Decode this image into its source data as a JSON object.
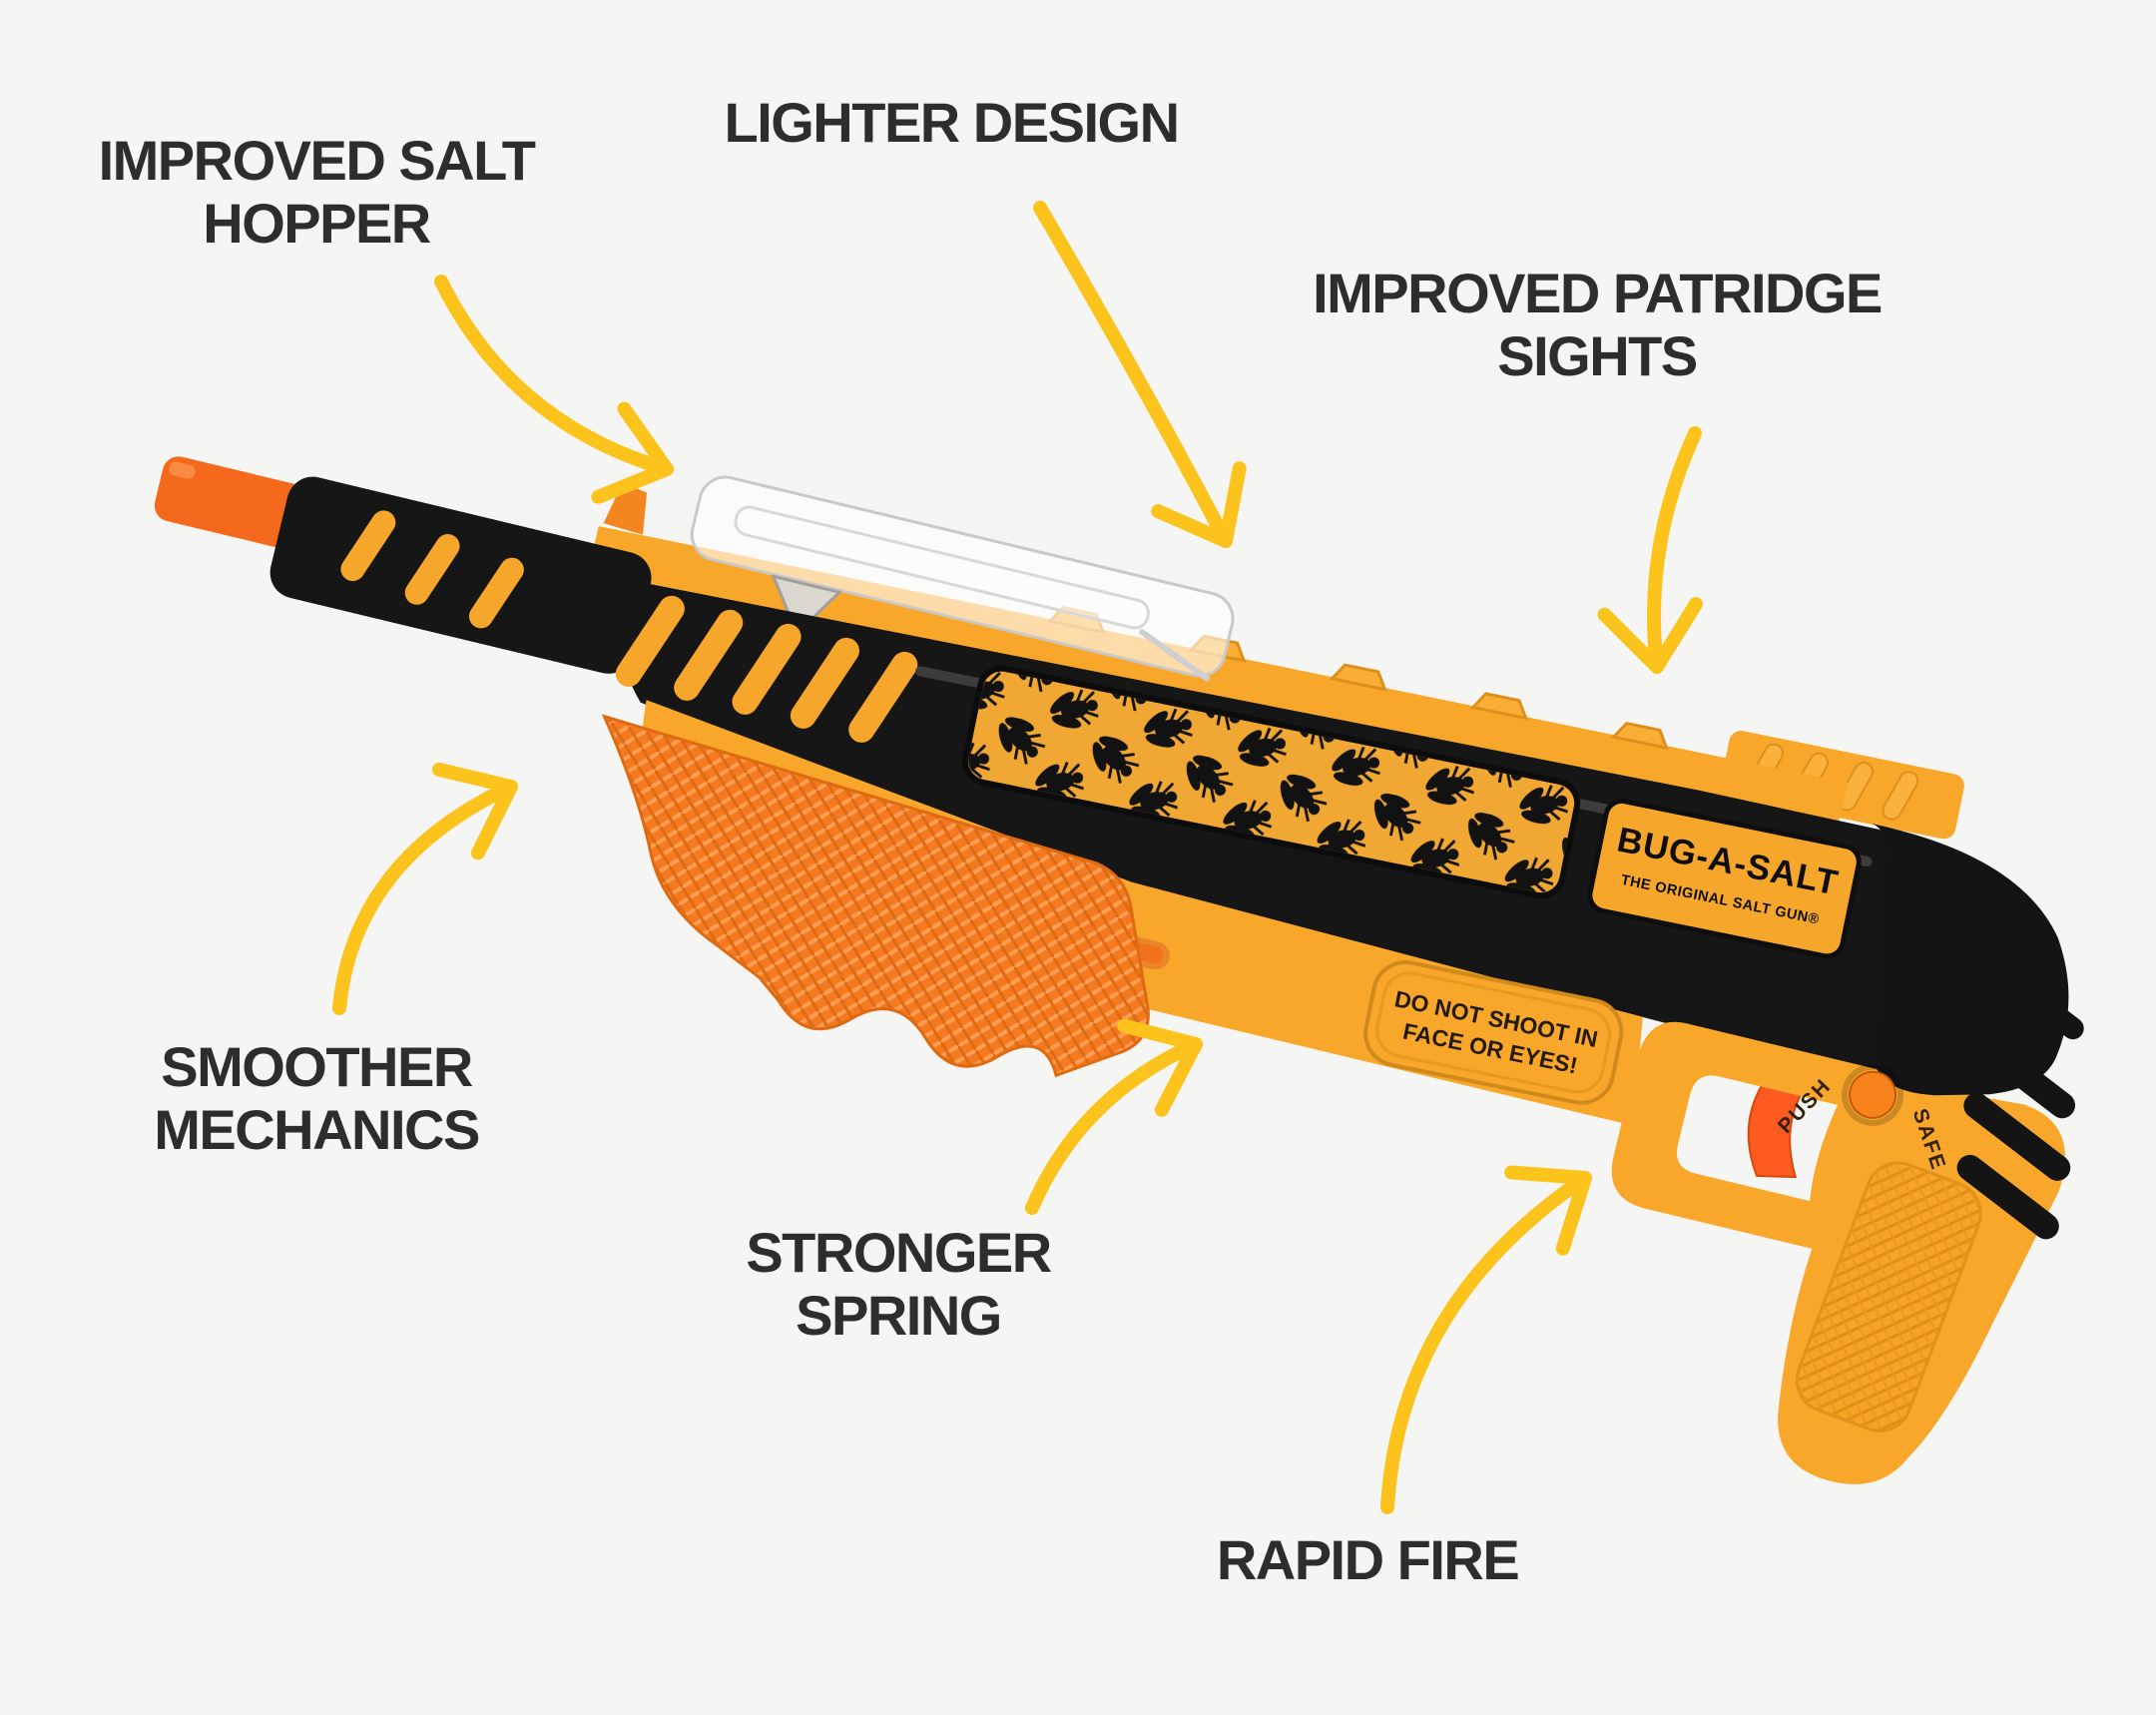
{
  "page": {
    "background_color": "#f5f5f3",
    "description_colors": {
      "label_text": "#2E2D2B",
      "arrow_yellow": "#FBC31C",
      "gun_body_yellow": "#F9A72B",
      "gun_pump_orange": "#F4791F",
      "gun_muzzle_orange": "#F4691C",
      "gun_black": "#161616",
      "trigger_orange": "#FF5A1F",
      "safety_button_orange": "#F8821C"
    }
  },
  "annotations": {
    "salt_hopper": {
      "lines": [
        "IMPROVED SALT",
        "HOPPER"
      ],
      "arrow_icon": "curved-arrow-down-right"
    },
    "lighter_design": {
      "lines": [
        "LIGHTER DESIGN"
      ],
      "arrow_icon": "curved-arrow-down"
    },
    "patridge_sights": {
      "lines": [
        "IMPROVED PATRIDGE",
        "SIGHTS"
      ],
      "arrow_icon": "curved-arrow-down-left"
    },
    "smoother_mechanics": {
      "lines": [
        "SMOOTHER",
        "MECHANICS"
      ],
      "arrow_icon": "curved-arrow-up-right"
    },
    "stronger_spring": {
      "lines": [
        "STRONGER SPRING"
      ],
      "arrow_icon": "curved-arrow-up-right"
    },
    "rapid_fire": {
      "lines": [
        "RAPID FIRE"
      ],
      "arrow_icon": "curved-arrow-up-right"
    }
  },
  "product": {
    "brand": "BUG-A-SALT",
    "tagline": "THE ORIGINAL SALT GUN®",
    "warning_line1": "DO NOT SHOOT IN",
    "warning_line2": "FACE OR EYES!",
    "safety_push": "PUSH",
    "safety_safe": "SAFE"
  }
}
